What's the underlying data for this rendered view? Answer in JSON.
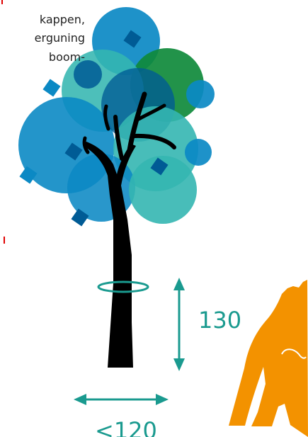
{
  "snippet": {
    "line1": "kappen,",
    "line2": "erguning",
    "line3": "boom-"
  },
  "dimensions": {
    "height_label": "130",
    "circumference_label": "<120"
  },
  "colors": {
    "canopy_blue": "#0b89c4",
    "canopy_teal": "#34b6b1",
    "canopy_green": "#0f8a3b",
    "canopy_dark": "#005b95",
    "trunk": "#000000",
    "dimension": "#1a9a8f",
    "figure_orange": "#f39200",
    "accent_red": "#e00000"
  }
}
